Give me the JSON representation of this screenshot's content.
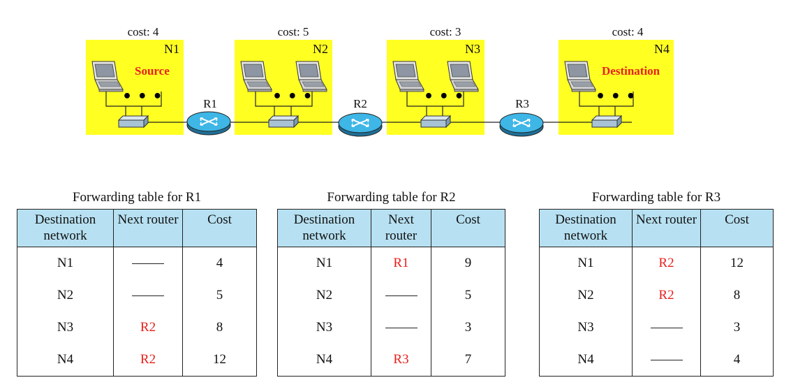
{
  "networks": [
    {
      "id": "N1",
      "cost": "cost: 4",
      "role": "Source"
    },
    {
      "id": "N2",
      "cost": "cost: 5",
      "role": ""
    },
    {
      "id": "N3",
      "cost": "cost: 3",
      "role": ""
    },
    {
      "id": "N4",
      "cost": "cost: 4",
      "role": "Destination"
    }
  ],
  "routers": [
    "R1",
    "R2",
    "R3"
  ],
  "colors": {
    "network_fill": "#ffff22",
    "router_fill": "#3eb6e6",
    "header_fill": "#b7e1f2",
    "highlight": "#e8201c"
  },
  "tables": [
    {
      "title": "Forwarding table for R1",
      "headers": [
        "Destination network",
        "Next router",
        "Cost"
      ],
      "rows": [
        {
          "dest": "N1",
          "next": "",
          "cost": "4"
        },
        {
          "dest": "N2",
          "next": "",
          "cost": "5"
        },
        {
          "dest": "N3",
          "next": "R2",
          "cost": "8"
        },
        {
          "dest": "N4",
          "next": "R2",
          "cost": "12"
        }
      ]
    },
    {
      "title": "Forwarding table for R2",
      "headers": [
        "Destination network",
        "Next router",
        "Cost"
      ],
      "rows": [
        {
          "dest": "N1",
          "next": "R1",
          "cost": "9"
        },
        {
          "dest": "N2",
          "next": "",
          "cost": "5"
        },
        {
          "dest": "N3",
          "next": "",
          "cost": "3"
        },
        {
          "dest": "N4",
          "next": "R3",
          "cost": "7"
        }
      ]
    },
    {
      "title": "Forwarding table for R3",
      "headers": [
        "Destination network",
        "Next router",
        "Cost"
      ],
      "rows": [
        {
          "dest": "N1",
          "next": "R2",
          "cost": "12"
        },
        {
          "dest": "N2",
          "next": "R2",
          "cost": "8"
        },
        {
          "dest": "N3",
          "next": "",
          "cost": "3"
        },
        {
          "dest": "N4",
          "next": "",
          "cost": "4"
        }
      ]
    }
  ]
}
